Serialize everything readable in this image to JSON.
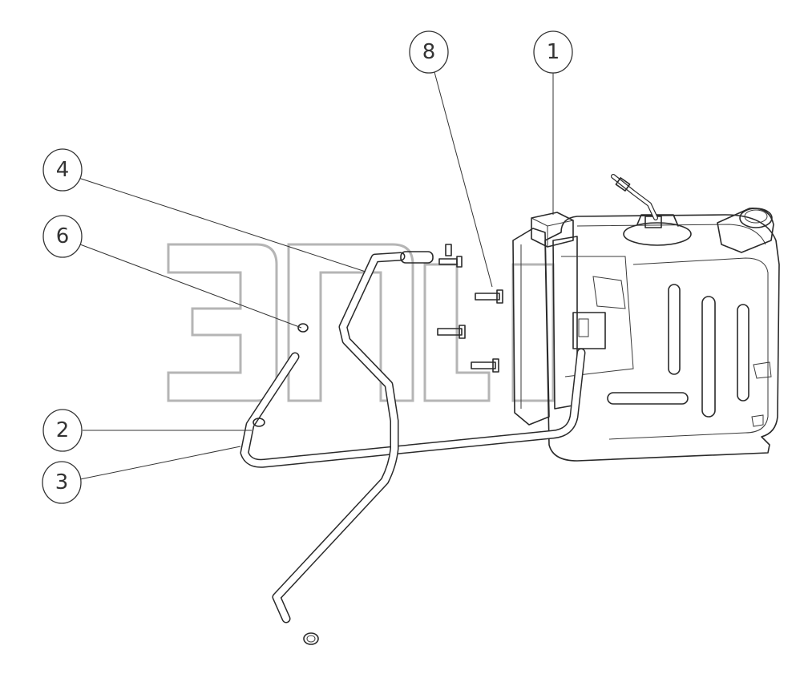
{
  "callouts": [
    {
      "id": "c1",
      "label": "1"
    },
    {
      "id": "c2",
      "label": "2"
    },
    {
      "id": "c3",
      "label": "3"
    },
    {
      "id": "c4",
      "label": "4"
    },
    {
      "id": "c6",
      "label": "6"
    },
    {
      "id": "c8",
      "label": "8"
    }
  ],
  "colors": {
    "line": "#2a2a2a",
    "watermark": "#b5b5b5",
    "background": "#ffffff"
  }
}
